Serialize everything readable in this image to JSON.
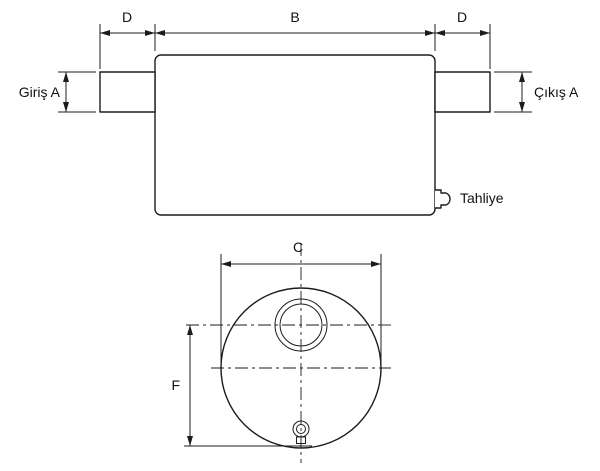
{
  "labels": {
    "dim_d_left": "D",
    "dim_b": "B",
    "dim_d_right": "D",
    "inlet": "Giriş A",
    "outlet": "Çıkış A",
    "drain": "Tahliye",
    "dim_c": "C",
    "dim_f": "F"
  },
  "colors": {
    "line": "#1c1c1c",
    "background": "#ffffff"
  }
}
